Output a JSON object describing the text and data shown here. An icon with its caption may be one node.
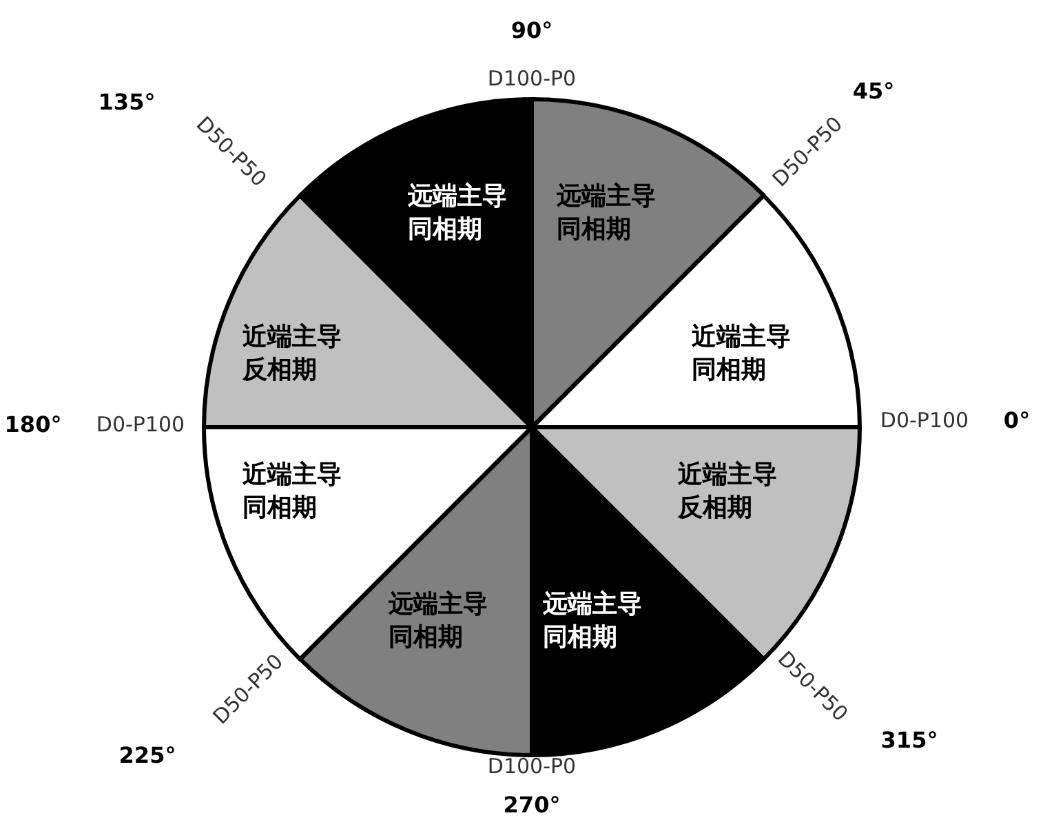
{
  "diagram": {
    "nodes": [
      {
        "text": [
          "远端主导同相期"
        ]
      },
      {
        "text": [
          "远端主导同相期"
        ]
      },
      {
        "text": [
          "近端主导同相期"
        ]
      },
      {
        "text": [
          "近端主导反相期"
        ]
      },
      {
        "text": [
          "近端主导同相期"
        ]
      },
      {
        "text": [
          "近端主导反相期"
        ]
      },
      {
        "text": [
          "远端主导同相期"
        ]
      },
      {
        "text": [
          "远端主导同相期"
        ]
      }
    ],
    "labels": [
      "90°",
      "D100-P0",
      "135°",
      "45°",
      "D50-P50",
      "D50-P50",
      "180°",
      "D0-P100",
      "D0-P100",
      "0°",
      "D50-P50",
      "D50-P50",
      "225°",
      "315°",
      "D100-P0",
      "270°"
    ]
  }
}
